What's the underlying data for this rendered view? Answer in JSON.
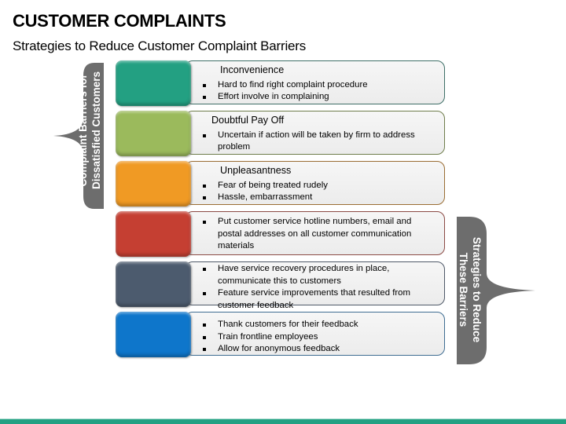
{
  "title": "CUSTOMER COMPLAINTS",
  "subtitle": "Strategies to Reduce Customer Complaint Barriers",
  "left_brace": {
    "lines": [
      "Complaint Barriers for",
      "Dissatisfied Customers"
    ],
    "color": "#6d6d6d"
  },
  "right_brace": {
    "lines": [
      "Strategies to Reduce",
      "These Barriers"
    ],
    "color": "#6d6d6d"
  },
  "rows": [
    {
      "color": "#23a082",
      "border": "#3e6f67",
      "heading": "Inconvenience",
      "bullets": [
        "Hard to find right complaint procedure",
        "Effort involve in complaining"
      ]
    },
    {
      "color": "#9bba5c",
      "border": "#6f7d4c",
      "heading": "Doubtful Pay Off",
      "bullets": [
        "Uncertain if action will be taken by firm to address problem"
      ]
    },
    {
      "color": "#f09a24",
      "border": "#9a6d33",
      "heading": "Unpleasantness",
      "bullets": [
        "Fear of being treated rudely",
        "Hassle, embarrassment"
      ]
    },
    {
      "color": "#c53f32",
      "border": "#8b4a44",
      "heading": "",
      "bullets": [
        "Put customer service hotline numbers, email and postal addresses on all customer communication materials"
      ]
    },
    {
      "color": "#4c5b6e",
      "border": "#4f5968",
      "heading": "",
      "bullets": [
        "Have service recovery procedures in place, communicate this to customers",
        "Feature service improvements that resulted from customer feedback"
      ]
    },
    {
      "color": "#0e76cb",
      "border": "#3f6d92",
      "heading": "",
      "bullets": [
        "Thank customers for their feedback",
        "Train frontline employees",
        "Allow for anonymous feedback"
      ]
    }
  ],
  "footer_color": "#22a183"
}
